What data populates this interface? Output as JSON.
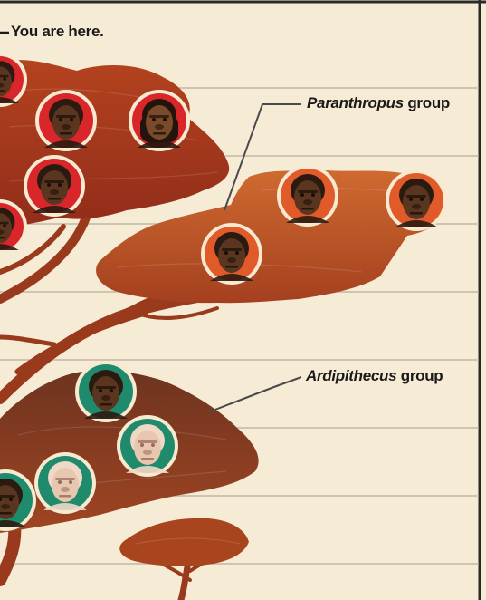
{
  "marker": {
    "prefix": "",
    "text": "You are here."
  },
  "groups": {
    "paranthropus": {
      "name": "Paranthropus",
      "suffix": " group"
    },
    "ardipithecus": {
      "name": "Ardipithecus",
      "suffix": " group"
    }
  },
  "colors": {
    "background": "#f6ecd6",
    "grid_line": "#b8ad9a",
    "border": "#2a2a2a",
    "homo_canopy": "#a8391f",
    "paranthropus_canopy": "#bf5a2b",
    "ardipithecus_canopy": "#8a3a24",
    "trunk": "#9a3a1d",
    "homo_badge": "#d8262b",
    "paranthropus_badge": "#e05a2a",
    "ardipithecus_badge": "#1f8a6c",
    "badge_ring": "#f7ead0"
  },
  "icons": {
    "face": "hominin-face-icon"
  }
}
